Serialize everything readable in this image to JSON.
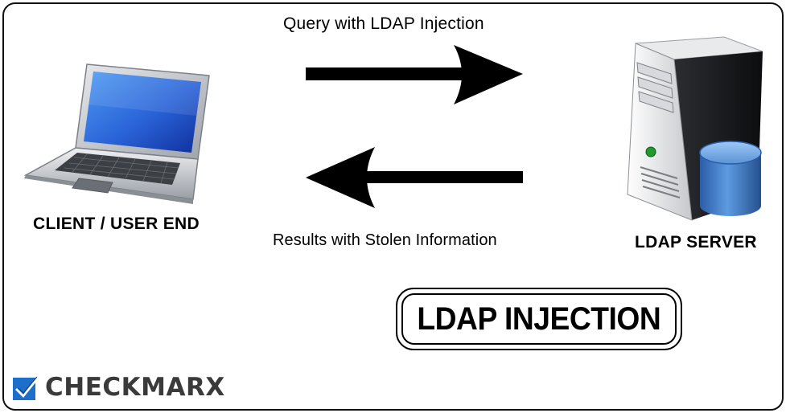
{
  "diagram": {
    "request_label": "Query with LDAP Injection",
    "response_label": "Results with Stolen Information",
    "client_label": "CLIENT / USER END",
    "server_label": "LDAP SERVER",
    "title": "LDAP INJECTION"
  },
  "brand": {
    "name": "CHECKMARX",
    "check_color": "#1e6fc9"
  },
  "icons": {
    "client": "laptop-icon",
    "server": "server-tower-database-icon",
    "request_arrow": "arrow-right-icon",
    "response_arrow": "arrow-left-icon"
  },
  "colors": {
    "arrow": "#000000",
    "laptop_screen": "#2a63d8",
    "database": "#2f6cc4"
  }
}
